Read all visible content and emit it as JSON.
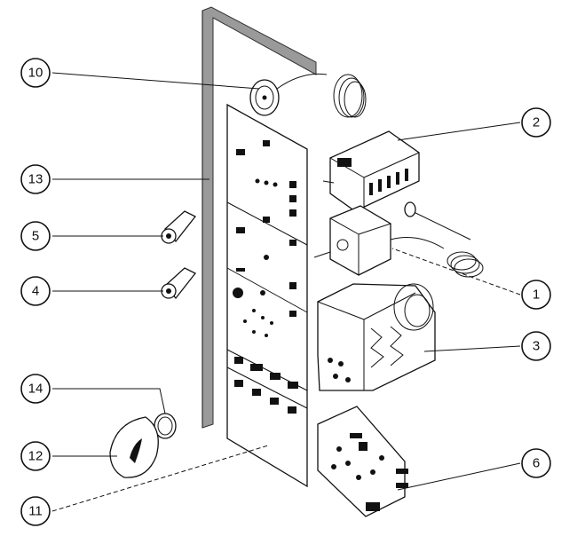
{
  "callouts": [
    {
      "id": "callout-10",
      "label": "10"
    },
    {
      "id": "callout-13",
      "label": "13"
    },
    {
      "id": "callout-5",
      "label": "5"
    },
    {
      "id": "callout-4",
      "label": "4"
    },
    {
      "id": "callout-14",
      "label": "14"
    },
    {
      "id": "callout-12",
      "label": "12"
    },
    {
      "id": "callout-11",
      "label": "11"
    },
    {
      "id": "callout-2",
      "label": "2"
    },
    {
      "id": "callout-1",
      "label": "1"
    },
    {
      "id": "callout-3",
      "label": "3"
    },
    {
      "id": "callout-6",
      "label": "6"
    }
  ],
  "colors": {
    "line": "#111111",
    "frame_fill": "#9a9a9a",
    "background": "#ffffff"
  }
}
